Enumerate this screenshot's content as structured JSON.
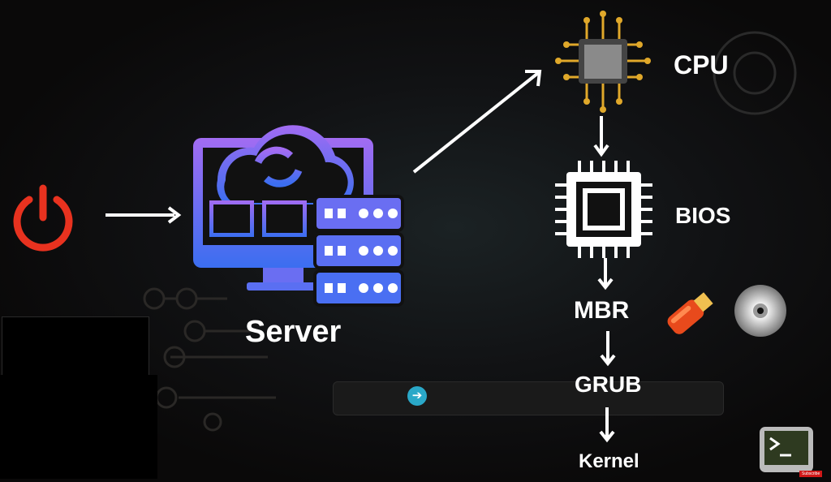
{
  "diagram": {
    "server_label": "Server",
    "cpu_label": "CPU",
    "bios_label": "BIOS",
    "mbr_label": "MBR",
    "grub_label": "GRUB",
    "kernel_label": "Kernel"
  },
  "overlay": {
    "subscribe_label": "Subscribe"
  },
  "colors": {
    "power": "#e8321f",
    "server_grad_top": "#a26cf2",
    "server_grad_bottom": "#3b6ef0",
    "cpu_gold": "#e0a82a",
    "usb": "#e84a1c"
  }
}
